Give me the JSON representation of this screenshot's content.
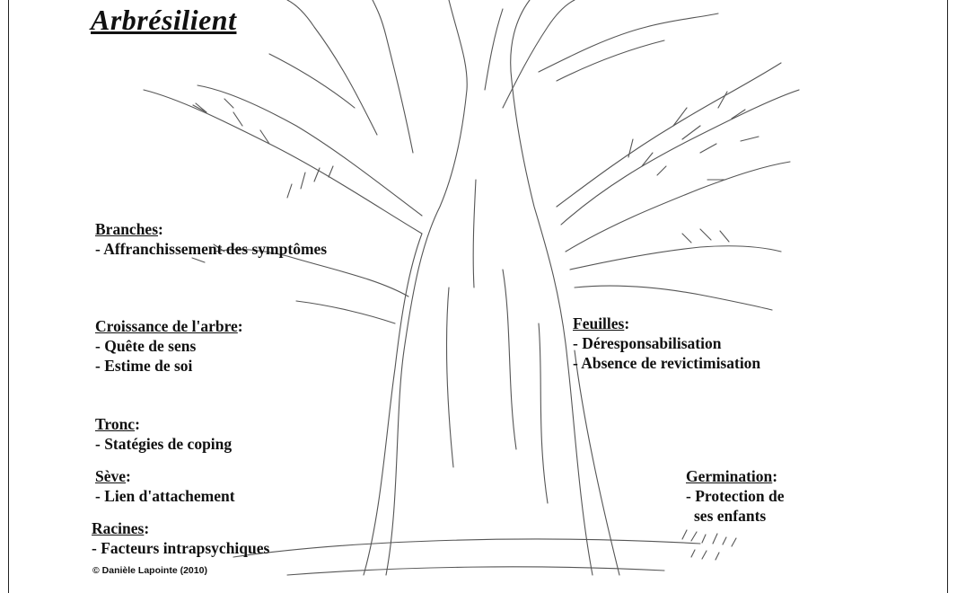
{
  "title": "Arbrésilient",
  "sections": {
    "branches": {
      "heading": "Branches",
      "items": [
        "- Affranchissement des symptômes"
      ]
    },
    "croissance": {
      "heading": "Croissance de l'arbre",
      "items": [
        "- Quête de sens",
        "- Estime de soi"
      ]
    },
    "tronc": {
      "heading": "Tronc",
      "items": [
        "- Statégies de coping"
      ]
    },
    "seve": {
      "heading": "Sève",
      "items": [
        "- Lien d'attachement"
      ]
    },
    "racines": {
      "heading": "Racines",
      "items": [
        "- Facteurs intrapsychiques"
      ]
    },
    "feuilles": {
      "heading": "Feuilles",
      "items": [
        "- Déresponsabilisation",
        "- Absence de revictimisation"
      ]
    },
    "germination": {
      "heading": "Germination",
      "items": [
        "- Protection de",
        "ses enfants"
      ]
    }
  },
  "copyright": "© Danièle Lapointe (2010)"
}
